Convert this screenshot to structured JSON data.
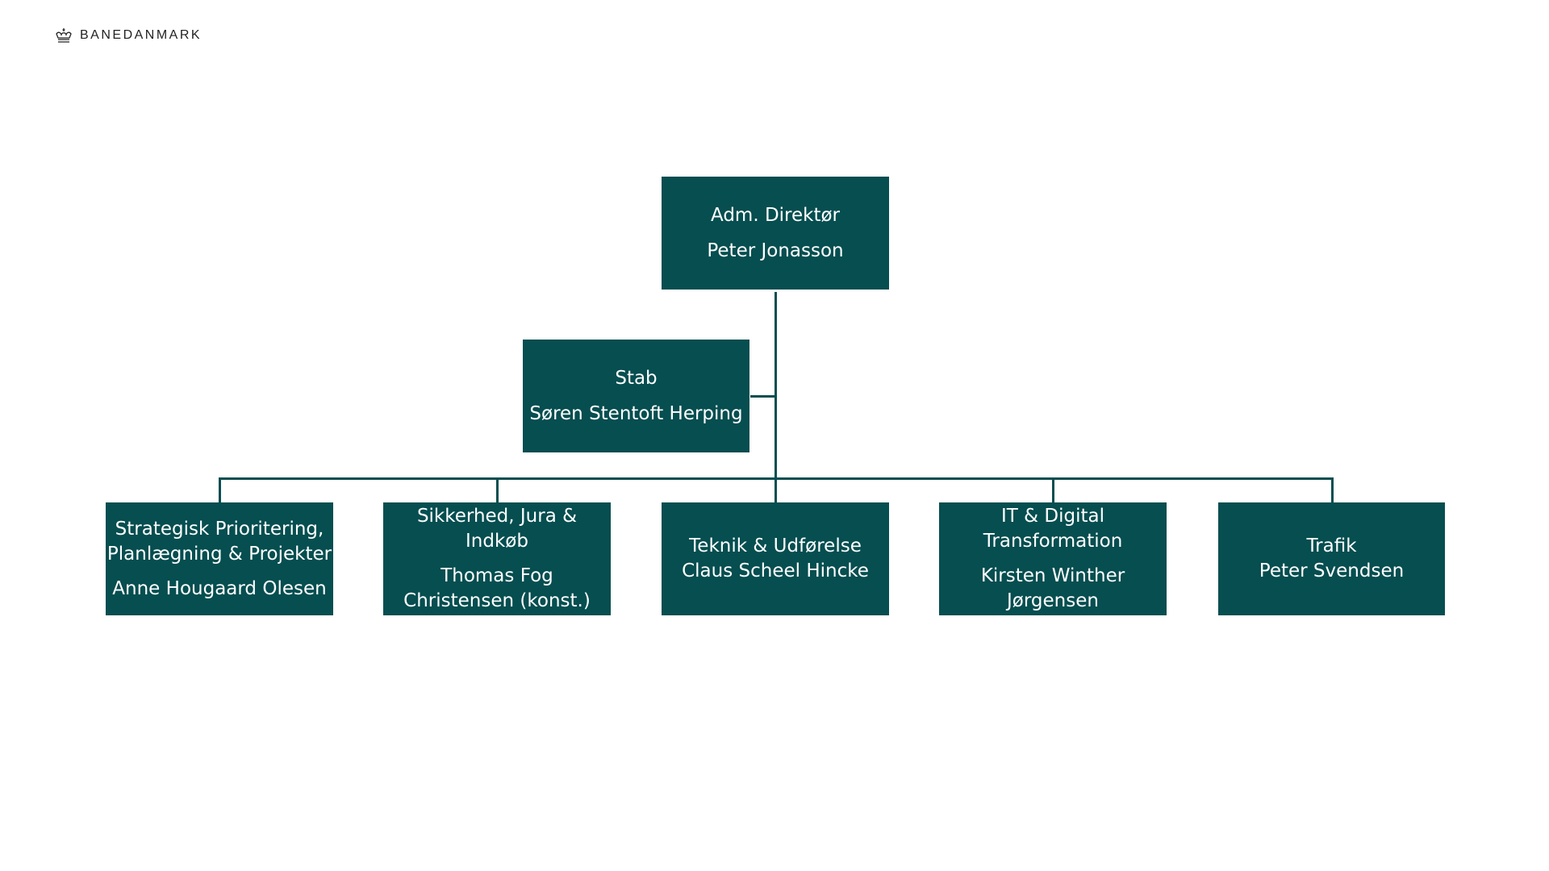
{
  "logo": {
    "text": "BANEDANMARK",
    "icon": "crown-icon"
  },
  "chart_title": "",
  "ceo": {
    "title": "Adm. Direktør",
    "name": "Peter Jonasson"
  },
  "staff": {
    "title": "Stab",
    "name": "Søren Stentoft Herping"
  },
  "divisions": [
    {
      "title": "Strategisk Prioritering, Planlægning & Projekter",
      "name": "Anne Hougaard Olesen"
    },
    {
      "title": "Sikkerhed, Jura & Indkøb",
      "name": "Thomas Fog Christensen (konst.)"
    },
    {
      "title": "Teknik & Udførelse",
      "name": "Claus Scheel Hincke"
    },
    {
      "title": "IT & Digital Transformation",
      "name": "Kirsten Winther Jørgensen"
    },
    {
      "title": "Trafik",
      "name": "Peter Svendsen"
    }
  ],
  "colors": {
    "box": "#064e50",
    "text": "#ffffff"
  }
}
